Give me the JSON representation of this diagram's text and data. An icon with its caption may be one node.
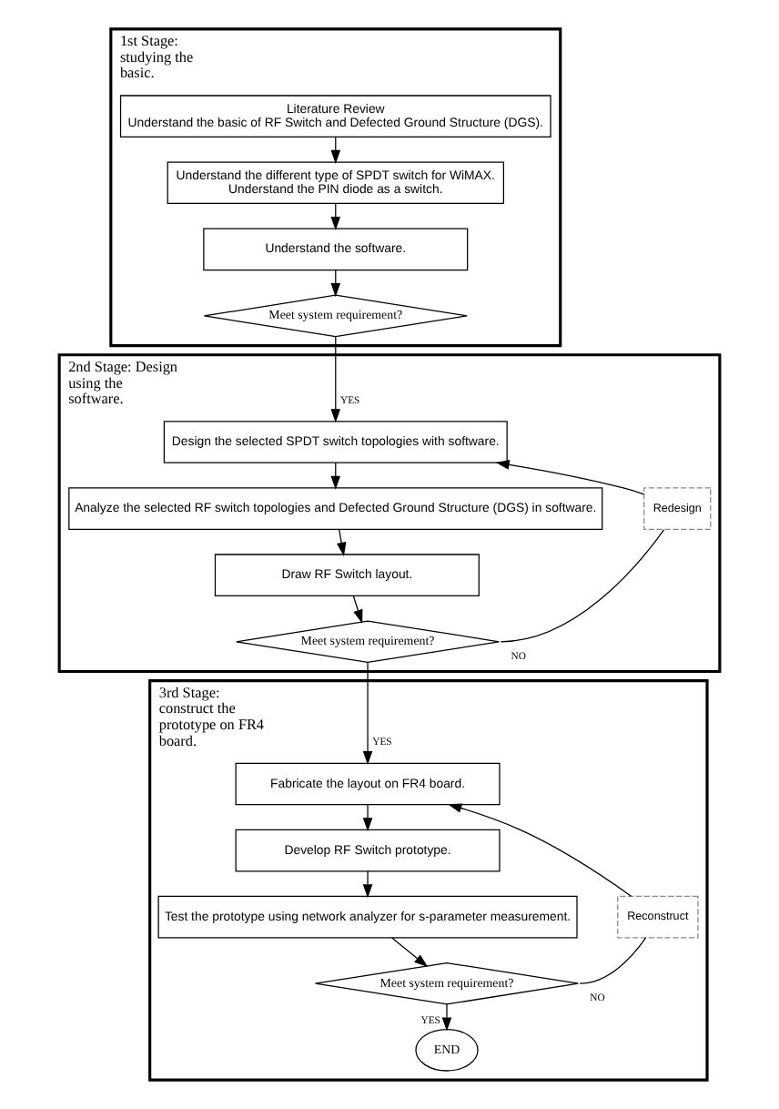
{
  "diagram": {
    "nodes": [
      {
        "text": [
          "1st Stage: studying the basic."
        ]
      },
      {
        "text": [
          "Literature Review",
          "Understand the basic of RF Switch and Defected Ground Structure (DGS)."
        ],
        "in": 0
      },
      {
        "text": [
          "Understand the different type of SPDT switch for WiMAX.",
          "Understand the PIN diode as a switch."
        ],
        "in": 0
      },
      {
        "text": [
          "Understand the software."
        ],
        "in": 0
      },
      {
        "text": [
          "Meet system requirement?"
        ],
        "in": 0
      },
      {
        "text": [
          "2nd Stage: Design using the software."
        ]
      },
      {
        "text": [
          "Design the selected SPDT switch topologies with software."
        ],
        "in": 5
      },
      {
        "text": [
          "Analyze the selected RF switch topologies and Defected Ground Structure (DGS) in software."
        ],
        "in": 5
      },
      {
        "text": [
          "Draw RF Switch layout."
        ],
        "in": 5
      },
      {
        "text": [
          "Meet system requirement?"
        ],
        "in": 5
      },
      {
        "text": [
          "Redesign"
        ],
        "in": 5
      },
      {
        "text": [
          "3rd Stage: construct the prototype on FR4 board."
        ]
      },
      {
        "text": [
          "Fabricate the layout on FR4 board."
        ],
        "in": 11
      },
      {
        "text": [
          "Develop RF Switch prototype."
        ],
        "in": 11
      },
      {
        "text": [
          "Test the prototype using network analyzer for s-parameter measurement."
        ],
        "in": 11
      },
      {
        "text": [
          "Meet system requirement?"
        ],
        "in": 11
      },
      {
        "text": [
          "Reconstruct"
        ],
        "in": 11
      },
      {
        "text": [
          "END"
        ],
        "in": 11
      }
    ],
    "edges": [
      {
        "from": 1,
        "to": 2,
        "arrow": "to"
      },
      {
        "from": 2,
        "to": 3,
        "arrow": "to"
      },
      {
        "from": 3,
        "to": 4,
        "arrow": "to"
      },
      {
        "from": 4,
        "to": 6,
        "arrow": "to",
        "label": "YES"
      },
      {
        "from": 6,
        "to": 7,
        "arrow": "to"
      },
      {
        "from": 7,
        "to": 8,
        "arrow": "to"
      },
      {
        "from": 8,
        "to": 9,
        "arrow": "to"
      },
      {
        "from": 9,
        "to": 12,
        "arrow": "to",
        "label": "YES"
      },
      {
        "from": 9,
        "to": 10,
        "arrow": "none",
        "label": "NO"
      },
      {
        "from": 10,
        "to": 6,
        "arrow": "to"
      },
      {
        "from": 12,
        "to": 13,
        "arrow": "to"
      },
      {
        "from": 13,
        "to": 14,
        "arrow": "to"
      },
      {
        "from": 14,
        "to": 15,
        "arrow": "to"
      },
      {
        "from": 15,
        "to": 17,
        "arrow": "to",
        "label": "YES"
      },
      {
        "from": 15,
        "to": 16,
        "arrow": "none",
        "label": "NO"
      },
      {
        "from": 16,
        "to": 12,
        "arrow": "to"
      }
    ]
  }
}
